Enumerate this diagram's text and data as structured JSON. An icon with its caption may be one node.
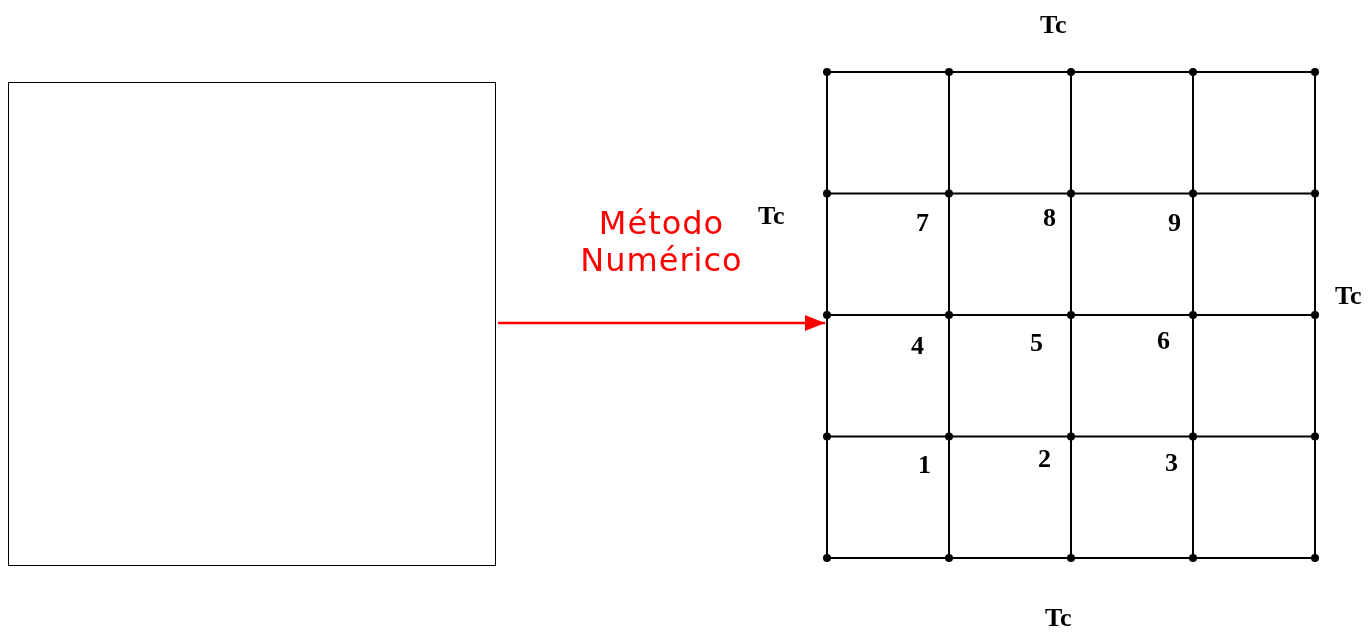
{
  "diagram": {
    "nodes": [
      {
        "text": [],
        "shape": "box"
      },
      {
        "text": [],
        "shape": "grid"
      }
    ],
    "edges": [
      {
        "from": 0,
        "to": 1,
        "arrow": "to",
        "label": "Método Numérico",
        "color": "#ff0000"
      }
    ],
    "labels": [
      "Tc",
      "Tc",
      "7",
      "8",
      "9",
      "Tc",
      "4",
      "5",
      "6",
      "1",
      "2",
      "3",
      "Tc"
    ]
  }
}
